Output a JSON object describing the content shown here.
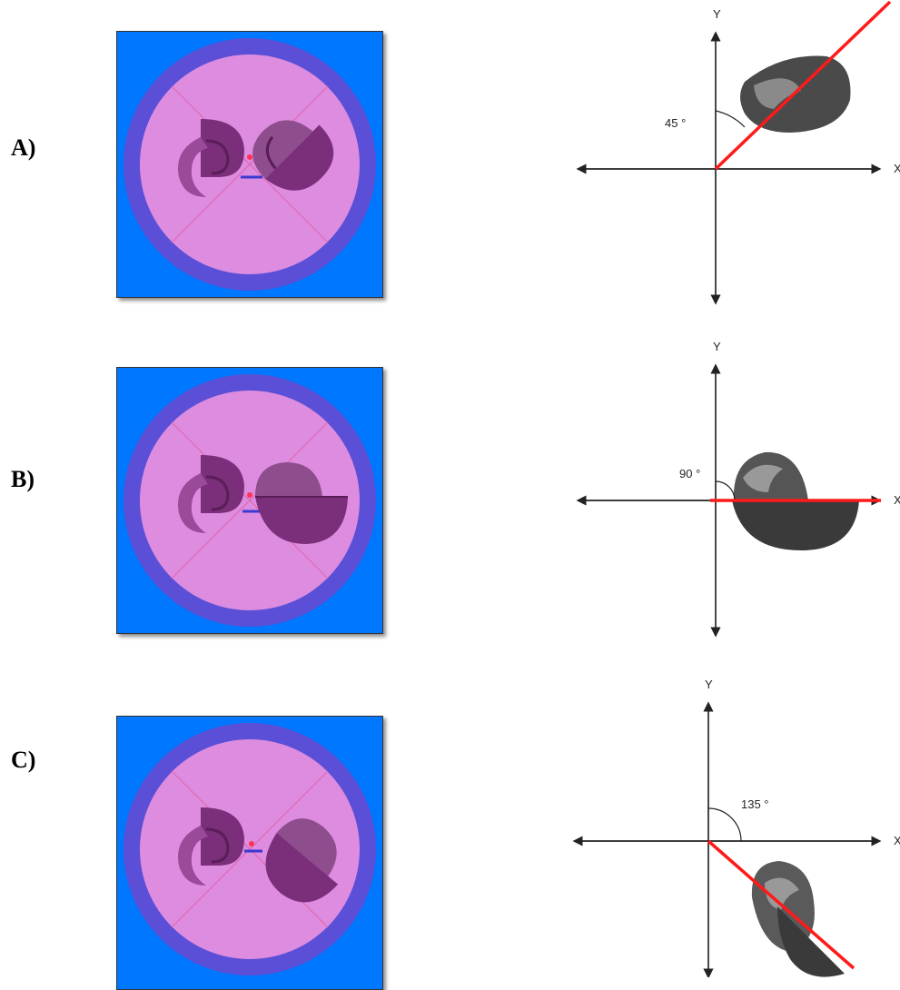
{
  "rows": [
    {
      "label": "A)",
      "angle_label": "45 °",
      "angle_deg": 45
    },
    {
      "label": "B)",
      "angle_label": "90 °",
      "angle_deg": 90
    },
    {
      "label": "C)",
      "angle_label": "135 °",
      "angle_deg": 135
    }
  ],
  "axes": {
    "y_label": "Y",
    "x_label": "X"
  },
  "colors": {
    "background_blue": "#0077ff",
    "ring": "#5a4fd6",
    "disc": "#dd8ce0",
    "shell": "#7b2e7a",
    "line_red": "#ff1a1a"
  }
}
